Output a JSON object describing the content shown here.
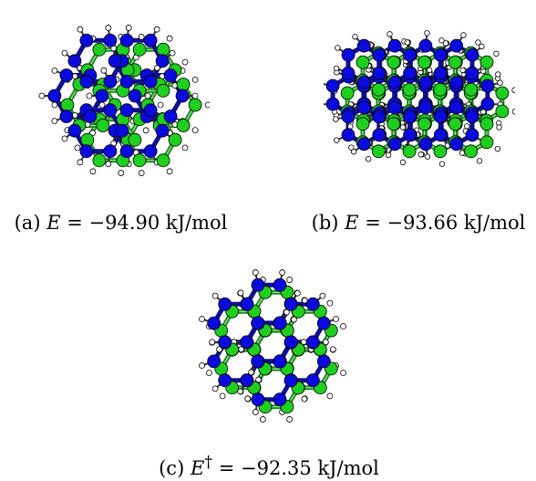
{
  "colors": {
    "blue_atom": "#0a0adf",
    "green_atom": "#1fcf1f",
    "blue_bond": "#101090",
    "green_bond": "#1f8a1f",
    "hydrogen": "#ffffff",
    "outline": "#000000"
  },
  "panels": [
    {
      "id": "a",
      "letter": "(a)",
      "symbol": "E",
      "dagger": "",
      "value": "= −94.90 kJ/mol",
      "energy_kj_mol": -94.9
    },
    {
      "id": "b",
      "letter": "(b)",
      "symbol": "E",
      "dagger": "",
      "value": "= −93.66 kJ/mol",
      "energy_kj_mol": -93.66
    },
    {
      "id": "c",
      "letter": "(c)",
      "symbol": "E",
      "dagger": "†",
      "value": "= −92.35 kJ/mol",
      "energy_kj_mol": -92.35
    }
  ]
}
